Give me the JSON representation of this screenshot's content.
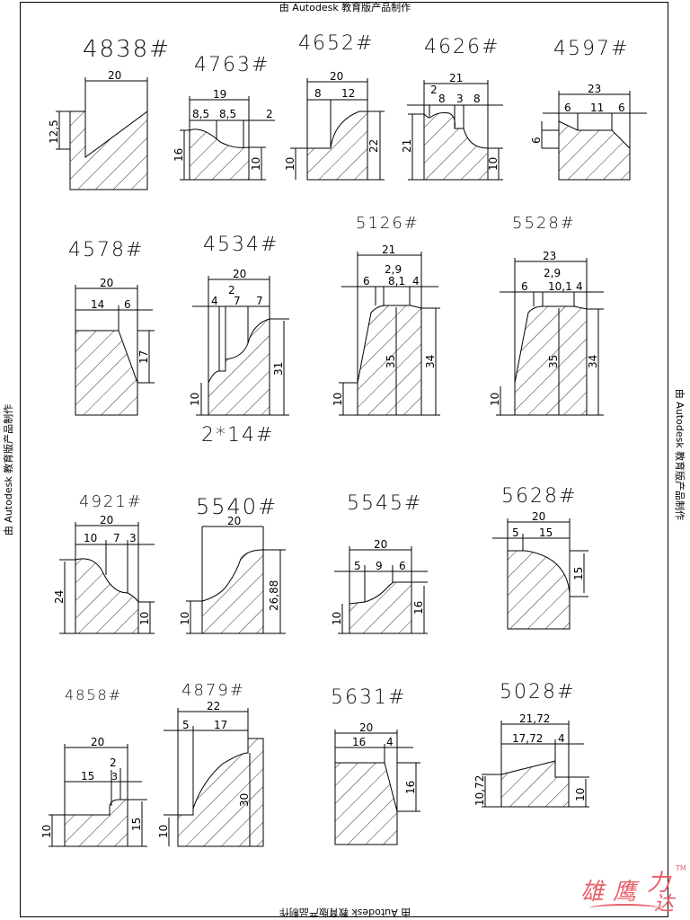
{
  "watermark": {
    "top": "由 Autodesk 教育版产品制作",
    "bottom": "由 Autodesk 教育版产品制作",
    "left": "由 Autodesk 教育版产品制作",
    "right": "由 Autodesk 教育版产品制作"
  },
  "profiles": [
    {
      "id": "4838#",
      "dims": {
        "width": "20",
        "height_left": "12,5"
      }
    },
    {
      "id": "4763#",
      "dims": {
        "width": "19",
        "seg1": "8,5",
        "seg2": "8,5",
        "seg3": "2",
        "height_left": "16",
        "height_right": "10"
      }
    },
    {
      "id": "4652#",
      "dims": {
        "width": "20",
        "seg1": "8",
        "seg2": "12",
        "height_left": "10",
        "height_right": "22"
      }
    },
    {
      "id": "4626#",
      "dims": {
        "width": "21",
        "radius": "2",
        "seg1": "8",
        "seg2": "3",
        "seg3": "8",
        "height_left": "21",
        "height_right": "10"
      }
    },
    {
      "id": "4597#",
      "dims": {
        "width": "23",
        "seg1": "6",
        "seg2": "11",
        "seg3": "6",
        "height_left": "6"
      }
    },
    {
      "id": "4578#",
      "dims": {
        "width": "20",
        "seg1": "14",
        "seg2": "6",
        "height_right": "17"
      }
    },
    {
      "id": "4534#",
      "subtitle": "2*14#",
      "dims": {
        "width": "20",
        "seg1": "4",
        "radius": "2",
        "seg2": "7",
        "seg3": "7",
        "height_left": "10",
        "height_right": "31"
      }
    },
    {
      "id": "5126#",
      "dims": {
        "width": "21",
        "radius": "2,9",
        "seg1": "6",
        "seg2": "8,1",
        "seg3": "4",
        "height_left": "10",
        "height_mid": "35",
        "height_right": "34"
      }
    },
    {
      "id": "5528#",
      "dims": {
        "width": "23",
        "radius": "2,9",
        "seg1": "6",
        "seg2": "10,1",
        "seg3": "4",
        "height_left": "10",
        "height_mid": "35",
        "height_right": "34"
      }
    },
    {
      "id": "4921#",
      "dims": {
        "width": "20",
        "seg1": "10",
        "seg2": "7",
        "seg3": "3",
        "height_left": "24",
        "height_right": "10"
      }
    },
    {
      "id": "5540#",
      "dims": {
        "width": "20",
        "height_left": "10",
        "height_right": "26,88"
      }
    },
    {
      "id": "5545#",
      "dims": {
        "width": "20",
        "seg1": "5",
        "seg2": "9",
        "seg3": "6",
        "height_left": "10",
        "height_right": "16"
      }
    },
    {
      "id": "5628#",
      "dims": {
        "width": "20",
        "seg1": "5",
        "seg2": "15",
        "height_right": "15"
      }
    },
    {
      "id": "4858#",
      "dims": {
        "width": "20",
        "seg1": "15",
        "radius": "2",
        "seg2": "3",
        "height_left": "10",
        "height_right": "15"
      }
    },
    {
      "id": "4879#",
      "dims": {
        "width": "22",
        "seg1": "5",
        "seg2": "17",
        "height_left": "10",
        "height_right": "30"
      }
    },
    {
      "id": "5631#",
      "dims": {
        "width": "20",
        "seg1": "16",
        "seg2": "4",
        "height_right": "16"
      }
    },
    {
      "id": "5028#",
      "dims": {
        "width": "21,72",
        "seg1": "17,72",
        "seg2": "4",
        "height_left": "10,72",
        "height_right": "10"
      }
    }
  ],
  "logo": {
    "chars": [
      "雄",
      "鹰",
      "力",
      "达"
    ],
    "tm": "TM",
    "color": "#e8606a"
  }
}
